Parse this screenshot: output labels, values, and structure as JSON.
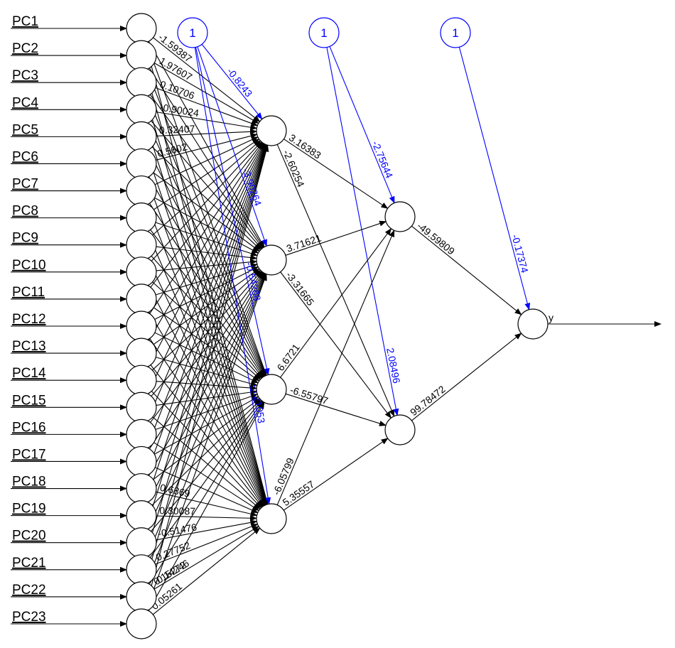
{
  "title": "Neural network plot",
  "colors": {
    "edge": "#000000",
    "bias": "#0000ff",
    "background": "#ffffff"
  },
  "input_layer": {
    "labels": [
      "PC1",
      "PC2",
      "PC3",
      "PC4",
      "PC5",
      "PC6",
      "PC7",
      "PC8",
      "PC9",
      "PC10",
      "PC11",
      "PC12",
      "PC13",
      "PC14",
      "PC15",
      "PC16",
      "PC17",
      "PC18",
      "PC19",
      "PC20",
      "PC21",
      "PC22",
      "PC23"
    ]
  },
  "hidden_layer_1": {
    "count": 4
  },
  "hidden_layer_2": {
    "count": 2
  },
  "output_layer": {
    "labels": [
      "y"
    ]
  },
  "bias_nodes": {
    "label": "1",
    "count": 3
  },
  "input_weight_labels_legible": [
    {
      "from": "PC1",
      "to": "H1.1",
      "text": "-1.59387"
    },
    {
      "from": "PC2",
      "to": "H1.1",
      "text": "1.97607"
    },
    {
      "from": "PC3",
      "to": "H1.1",
      "text": "0.10706"
    },
    {
      "from": "PC4",
      "to": "H1.1",
      "text": "-0.90024"
    },
    {
      "from": "PC5",
      "to": "H1.1",
      "text": "0.32407"
    },
    {
      "from": "PC6",
      "to": "H1.1",
      "text": "0.5602"
    },
    {
      "from": "PC18",
      "to": "H1.4",
      "text": "0.6869"
    },
    {
      "from": "PC19",
      "to": "H1.4",
      "text": "0.30087"
    },
    {
      "from": "PC20",
      "to": "H1.4",
      "text": "-0.51476"
    },
    {
      "from": "PC21",
      "to": "H1.4",
      "text": "0.27752"
    },
    {
      "from": "PC22",
      "to": "H1.4",
      "text": "0.15272"
    },
    {
      "from": "PC22",
      "to": "H1.4",
      "text": "-0.14246"
    },
    {
      "from": "PC23",
      "to": "H1.4",
      "text": "0.05261"
    }
  ],
  "bias_weights_hidden_1": [
    "-0.8243",
    "-3.90264",
    "-0.54268",
    "-3.21053"
  ],
  "hidden_1_to_hidden_2_weights": [
    {
      "from": "H1.1",
      "to": "H2.1",
      "text": "3.16383"
    },
    {
      "from": "H1.1",
      "to": "H2.2",
      "text": "-2.60254"
    },
    {
      "from": "H1.2",
      "to": "H2.1",
      "text": "3.71621"
    },
    {
      "from": "H1.2",
      "to": "H2.2",
      "text": "-3.31665"
    },
    {
      "from": "H1.3",
      "to": "H2.1",
      "text": "6.6721"
    },
    {
      "from": "H1.3",
      "to": "H2.2",
      "text": "-6.55797"
    },
    {
      "from": "H1.4",
      "to": "H2.1",
      "text": "-6.05799"
    },
    {
      "from": "H1.4",
      "to": "H2.2",
      "text": "5.35557"
    }
  ],
  "bias_weights_hidden_2": [
    "-2.75644",
    "2.08496"
  ],
  "hidden_2_to_output_weights": [
    {
      "from": "H2.1",
      "to": "y",
      "text": "-49.59809"
    },
    {
      "from": "H2.2",
      "to": "y",
      "text": "99.78472"
    }
  ],
  "bias_weight_output": "-0.17374"
}
